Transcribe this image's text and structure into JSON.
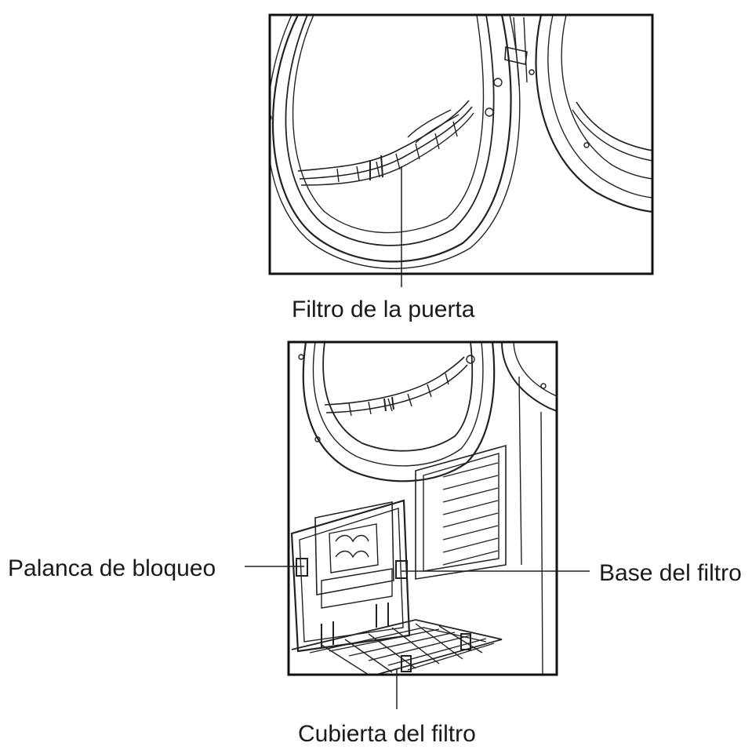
{
  "labels": {
    "door_filter": "Filtro de la puerta",
    "lock_lever": "Palanca de bloqueo",
    "filter_base": "Base del filtro",
    "filter_cover": "Cubierta del filtro"
  }
}
